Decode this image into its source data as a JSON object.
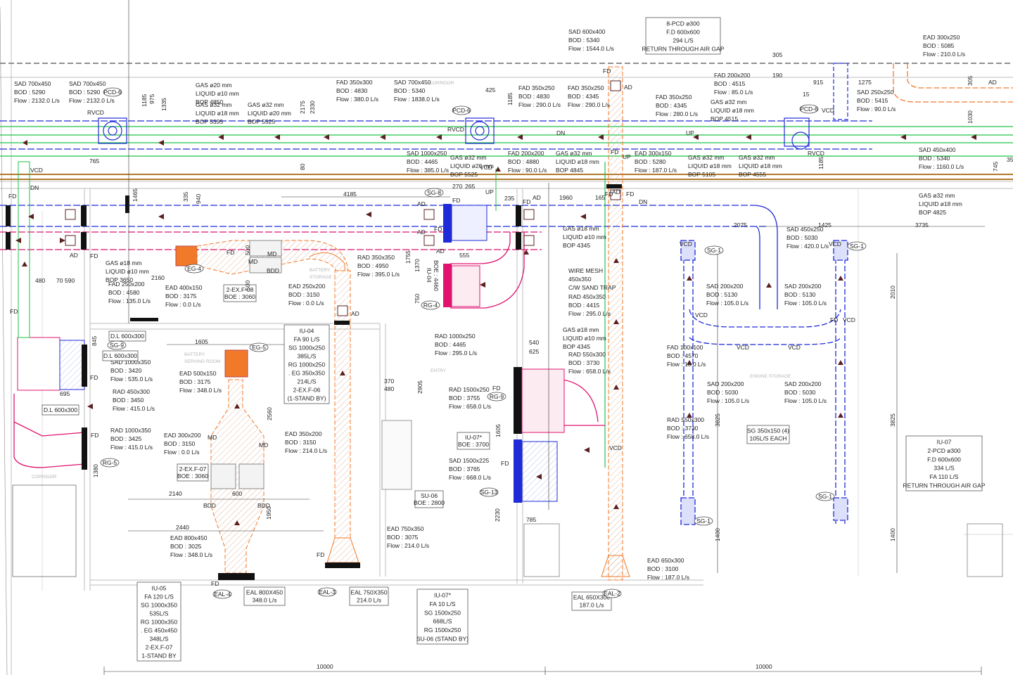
{
  "colors": {
    "supply": "#1f2bd8",
    "fresh_air": "#22c24a",
    "exhaust": "#e0136f",
    "exhaust_fan": "#f07a2a",
    "gas_pipe": "#b07a2a",
    "dimension": "#222222",
    "arrow": "#5a2020"
  },
  "labels": [
    {
      "lines": [
        "SAD 700x450",
        "BOD : 5290",
        "Flow : 2132.0 L/s"
      ]
    },
    {
      "lines": [
        "SAD 700x450",
        "BOD : 5290",
        "Flow : 2132.0 L/s"
      ]
    },
    {
      "lines": [
        "GAS ø20 mm",
        "LIQUID ø10 mm",
        "BOP 4850"
      ]
    },
    {
      "lines": [
        "GAS ø32 mm",
        "LIQUID ø18 mm",
        "BOP 5395"
      ]
    },
    {
      "lines": [
        "GAS ø32 mm",
        "LIQUID ø20 mm",
        "BOP 5525"
      ]
    },
    {
      "lines": [
        "FAD 350x300",
        "BOD : 4830",
        "Flow : 380.0 L/s"
      ]
    },
    {
      "lines": [
        "SAD 700x450",
        "BOD : 5340",
        "Flow : 1838.0 L/s"
      ]
    },
    {
      "lines": [
        "FAD 350x250",
        "BOD : 4830",
        "Flow : 290.0 L/s"
      ]
    },
    {
      "lines": [
        "FAD 350x250",
        "BOD : 4345",
        "Flow : 290.0 L/s"
      ]
    },
    {
      "lines": [
        "SAD 600x400",
        "BOD : 5340",
        "Flow : 1544.0 L/s"
      ]
    },
    {
      "lines": [
        "FAD 350x250",
        "BOD : 4345",
        "Flow : 280.0 L/s"
      ]
    },
    {
      "lines": [
        "FAD 200x200",
        "BOD : 4515",
        "Flow : 85.0 L/s"
      ]
    },
    {
      "lines": [
        "GAS ø32 mm",
        "LIQUID ø18 mm",
        "BOP 4515"
      ]
    },
    {
      "lines": [
        "EAD 300x250",
        "BOD : 5085",
        "Flow : 210.0 L/s"
      ]
    },
    {
      "lines": [
        "SAD 250x250",
        "BOD : 5415",
        "Flow : 90.0 L/s"
      ]
    },
    {
      "lines": [
        "SAD 1000x250",
        "BOD : 4465",
        "Flow : 385.0 L/s"
      ]
    },
    {
      "lines": [
        "GAS ø32 mm",
        "LIQUID ø20 mm",
        "BOP 5525"
      ]
    },
    {
      "lines": [
        "FAD 200x200",
        "BOD : 4880",
        "Flow : 90.0 L/s"
      ]
    },
    {
      "lines": [
        "GAS ø32 mm",
        "LIQUID ø18 mm",
        "BOP 4845"
      ]
    },
    {
      "lines": [
        "EAD 300x150",
        "BOD : 5280",
        "Flow : 187.0 L/s"
      ]
    },
    {
      "lines": [
        "GAS ø32 mm",
        "LIQUID ø18 mm",
        "BOP 5105"
      ]
    },
    {
      "lines": [
        "GAS ø32 mm",
        "LIQUID ø18 mm",
        "BOP 4555"
      ]
    },
    {
      "lines": [
        "SAD 450x400",
        "BOD : 5340",
        "Flow : 1160.0 L/s"
      ]
    },
    {
      "lines": [
        "GAS ø32 mm",
        "LIQUID ø18 mm",
        "BOP 4825"
      ]
    },
    {
      "lines": [
        "GAS ø18 mm",
        "LIQUID ø10 mm",
        "BOP 4345"
      ]
    },
    {
      "lines": [
        "SAD 450x250",
        "BOD : 5030",
        "Flow : 420.0 L/s"
      ]
    },
    {
      "lines": [
        "GAS ø18 mm",
        "LIQUID ø10 mm",
        "BOP 3650"
      ]
    },
    {
      "lines": [
        "FAD 250x200",
        "BOD : 4580",
        "Flow : 135.0 L/s"
      ]
    },
    {
      "lines": [
        "EAD 400x150",
        "BOD : 3175",
        "Flow : 0.0 L/s"
      ]
    },
    {
      "lines": [
        "EAD 250x200",
        "BOD : 3150",
        "Flow : 0.0 L/s"
      ]
    },
    {
      "lines": [
        "RAD 350x350",
        "BOD : 4950",
        "Flow : 395.0 L/s"
      ]
    },
    {
      "lines": [
        "WIRE MESH",
        "450x350",
        "C/W SAND TRAP"
      ]
    },
    {
      "lines": [
        "RAD 450x350",
        "BOD : 4415",
        "Flow : 295.0 L/s"
      ]
    },
    {
      "lines": [
        "GAS ø18 mm",
        "LIQUID ø10 mm",
        "BOP 4345"
      ]
    },
    {
      "lines": [
        "SAD 200x200",
        "BOD : 5130",
        "Flow : 105.0 L/s"
      ]
    },
    {
      "lines": [
        "SAD 200x200",
        "BOD : 5130",
        "Flow : 105.0 L/s"
      ]
    },
    {
      "lines": [
        "SAD 1000x350",
        "BOD : 3420",
        "Flow : 535.0 L/s"
      ]
    },
    {
      "lines": [
        "RAD 450x300",
        "BOD : 3450",
        "Flow : 415.0 L/s"
      ]
    },
    {
      "lines": [
        "RAD 1000x350",
        "BOD : 3425",
        "Flow : 415.0 L/s"
      ]
    },
    {
      "lines": [
        "EAD 500x150",
        "BOD : 3175",
        "Flow : 348.0 L/s"
      ]
    },
    {
      "lines": [
        "EAD 300x200",
        "BOD : 3150",
        "Flow : 0.0 L/s"
      ]
    },
    {
      "lines": [
        "EAD 350x200",
        "BOD : 3150",
        "Flow : 214.0 L/s"
      ]
    },
    {
      "lines": [
        "RAD 1000x250",
        "BOD : 4465",
        "Flow : 295.0 L/s"
      ]
    },
    {
      "lines": [
        "RAD 550x300",
        "BOD : 3730",
        "Flow : 658.0 L/s"
      ]
    },
    {
      "lines": [
        "RAD 1500x250",
        "BOD : 3755",
        "Flow : 658.0 L/s"
      ]
    },
    {
      "lines": [
        "SAD 1500x225",
        "BOD : 3765",
        "Flow : 668.0 L/s"
      ]
    },
    {
      "lines": [
        "FAD 100x100",
        "BOD : 4570",
        "Flow : 10.0 L/s"
      ]
    },
    {
      "lines": [
        "SAD 200x200",
        "BOD : 5030",
        "Flow : 105.0 L/s"
      ]
    },
    {
      "lines": [
        "SAD 200x200",
        "BOD : 5030",
        "Flow : 105.0 L/s"
      ]
    },
    {
      "lines": [
        "RAD 550x300",
        "BOD : 3730",
        "Flow : 658.0 L/s"
      ]
    },
    {
      "lines": [
        "EAD 800x450",
        "BOD : 3025",
        "Flow : 348.0 L/s"
      ]
    },
    {
      "lines": [
        "EAD 750x350",
        "BOD : 3075",
        "Flow : 214.0 L/s"
      ]
    },
    {
      "lines": [
        "EAD 650x300",
        "BOD : 3100",
        "Flow : 187.0 L/s"
      ]
    }
  ],
  "boxes": [
    {
      "lines": [
        "8-PCD ø300",
        "F.D  600x600",
        "294 L/S",
        "RETURN THROUGH AIR GAP"
      ]
    },
    {
      "lines": [
        "2-EX.F-08",
        "BOE : 3060"
      ]
    },
    {
      "lines": [
        "IU-04",
        "FA 90 L/S",
        "SG 1000x250",
        "385L/S",
        "RG 1000x250",
        ". EG 350x350",
        "214L/S",
        "2-EX.F-06",
        "(1-STAND BY)"
      ]
    },
    {
      "lines": [
        "D.L 600x300"
      ]
    },
    {
      "lines": [
        "D.L 600x300"
      ]
    },
    {
      "lines": [
        "D.L 600x300"
      ]
    },
    {
      "lines": [
        "IU-07*",
        "BOE : 3700"
      ]
    },
    {
      "lines": [
        "2-EX.F-07",
        "BOE : 3060"
      ]
    },
    {
      "lines": [
        "SU-06",
        "BOE : 2800"
      ]
    },
    {
      "lines": [
        "SG 350x150 (4)",
        "105L/S EACH"
      ]
    },
    {
      "lines": [
        "IU-07",
        "2-PCD ø300",
        "F.D  600x600",
        "334 L/S",
        "FA 110 L/S",
        "RETURN THROUGH AIR GAP"
      ]
    },
    {
      "lines": [
        "IU-05",
        "FA 120 L/S",
        "SG 1000x350",
        "535L/S",
        "RG 1000x350",
        ". EG 450x450",
        "348L/S",
        "2-EX.F-07",
        "1-STAND BY"
      ]
    },
    {
      "lines": [
        "EAL 800X450",
        "348.0 L/s"
      ]
    },
    {
      "lines": [
        "EAL 750X350",
        "214.0 L/s"
      ]
    },
    {
      "lines": [
        "IU-07*",
        "FA 10 L/S",
        "SG 1500x250",
        "668L/S",
        "RG 1500x250",
        "SU-06 (STAND BY)"
      ]
    },
    {
      "lines": [
        "EAL 650X300",
        "187.0 L/s"
      ]
    }
  ],
  "tags": [
    {
      "text": "PCD-6"
    },
    {
      "text": "PCD-6"
    },
    {
      "text": "PCD-6"
    },
    {
      "text": "SG-8"
    },
    {
      "text": "EG-4"
    },
    {
      "text": "RG-4"
    },
    {
      "text": "SG-9"
    },
    {
      "text": "EG-5"
    },
    {
      "text": "RG-5"
    },
    {
      "text": "RG-9"
    },
    {
      "text": "SG-13"
    },
    {
      "text": "SG-1"
    },
    {
      "text": "SG-1"
    },
    {
      "text": "SG-1"
    },
    {
      "text": "SG-1"
    },
    {
      "text": "EAL-4"
    },
    {
      "text": "EAL-3"
    },
    {
      "text": "EAL-2"
    }
  ],
  "short_labels": [
    {
      "text": "RVCD"
    },
    {
      "text": "RVCD"
    },
    {
      "text": "RVCD"
    },
    {
      "text": "VCD"
    },
    {
      "text": "VCD"
    },
    {
      "text": "VCD"
    },
    {
      "text": "VCD"
    },
    {
      "text": "VCD"
    },
    {
      "text": "VCD"
    },
    {
      "text": "VCD"
    },
    {
      "text": "VCD"
    },
    {
      "text": "VCD"
    },
    {
      "text": "VCD"
    },
    {
      "text": "DN"
    },
    {
      "text": "DN"
    },
    {
      "text": "DN"
    },
    {
      "text": "UP"
    },
    {
      "text": "UP"
    },
    {
      "text": "UP"
    },
    {
      "text": "AD"
    },
    {
      "text": "AD"
    },
    {
      "text": "AD"
    },
    {
      "text": "AD"
    },
    {
      "text": "AD"
    },
    {
      "text": "AD"
    },
    {
      "text": "AD"
    },
    {
      "text": "AD"
    },
    {
      "text": "AD"
    },
    {
      "text": "FD"
    },
    {
      "text": "FD"
    },
    {
      "text": "FD"
    },
    {
      "text": "FD"
    },
    {
      "text": "FD"
    },
    {
      "text": "FD"
    },
    {
      "text": "FD"
    },
    {
      "text": "FD"
    },
    {
      "text": "FD"
    },
    {
      "text": "FD"
    },
    {
      "text": "FD"
    },
    {
      "text": "FD"
    },
    {
      "text": "FD"
    },
    {
      "text": "FD"
    },
    {
      "text": "FD"
    },
    {
      "text": "FD"
    },
    {
      "text": "FD"
    },
    {
      "text": "FD"
    },
    {
      "text": "MD"
    },
    {
      "text": "MD"
    },
    {
      "text": "MD"
    },
    {
      "text": "MD"
    },
    {
      "text": "BDD"
    },
    {
      "text": "BDD"
    },
    {
      "text": "BDD"
    },
    {
      "text": "BDD"
    }
  ],
  "dimensions": [
    {
      "text": "1185"
    },
    {
      "text": "975"
    },
    {
      "text": "1335"
    },
    {
      "text": "2175"
    },
    {
      "text": "2330"
    },
    {
      "text": "425"
    },
    {
      "text": "1185"
    },
    {
      "text": "305"
    },
    {
      "text": "190"
    },
    {
      "text": "915"
    },
    {
      "text": "1275"
    },
    {
      "text": "15"
    },
    {
      "text": "305"
    },
    {
      "text": "1030"
    },
    {
      "text": "765"
    },
    {
      "text": "80"
    },
    {
      "text": "1185"
    },
    {
      "text": "745"
    },
    {
      "text": "35"
    },
    {
      "text": "4185"
    },
    {
      "text": "270"
    },
    {
      "text": "265"
    },
    {
      "text": "1465"
    },
    {
      "text": "335"
    },
    {
      "text": "940"
    },
    {
      "text": "235"
    },
    {
      "text": "1960"
    },
    {
      "text": "165"
    },
    {
      "text": "2075"
    },
    {
      "text": "1425"
    },
    {
      "text": "3735"
    },
    {
      "text": "555"
    },
    {
      "text": "1755"
    },
    {
      "text": "1370"
    },
    {
      "text": "480"
    },
    {
      "text": "70"
    },
    {
      "text": "590"
    },
    {
      "text": "2160"
    },
    {
      "text": "500"
    },
    {
      "text": "500"
    },
    {
      "text": "750"
    },
    {
      "text": "2010"
    },
    {
      "text": "845"
    },
    {
      "text": "1605"
    },
    {
      "text": "540"
    },
    {
      "text": "625"
    },
    {
      "text": "370"
    },
    {
      "text": "480"
    },
    {
      "text": "2905"
    },
    {
      "text": "695"
    },
    {
      "text": "2560"
    },
    {
      "text": "1605"
    },
    {
      "text": "3825"
    },
    {
      "text": "3825"
    },
    {
      "text": "1380"
    },
    {
      "text": "2140"
    },
    {
      "text": "600"
    },
    {
      "text": "1950"
    },
    {
      "text": "2230"
    },
    {
      "text": "785"
    },
    {
      "text": "2440"
    },
    {
      "text": "1400"
    },
    {
      "text": "1400"
    },
    {
      "text": "10000"
    },
    {
      "text": "10000"
    }
  ],
  "room_labels": [
    {
      "text": "CORRIDOR"
    },
    {
      "text": "BATTERY"
    },
    {
      "text": "STORAGE"
    },
    {
      "text": "BATTERY"
    },
    {
      "text": "SERVING ROOM"
    },
    {
      "text": "ENTRY"
    },
    {
      "text": "ENGINE STORAGE"
    },
    {
      "text": "CORRIDOR"
    }
  ],
  "units": [
    {
      "text": "IU-04"
    },
    {
      "text": "BOE : 4460"
    }
  ]
}
